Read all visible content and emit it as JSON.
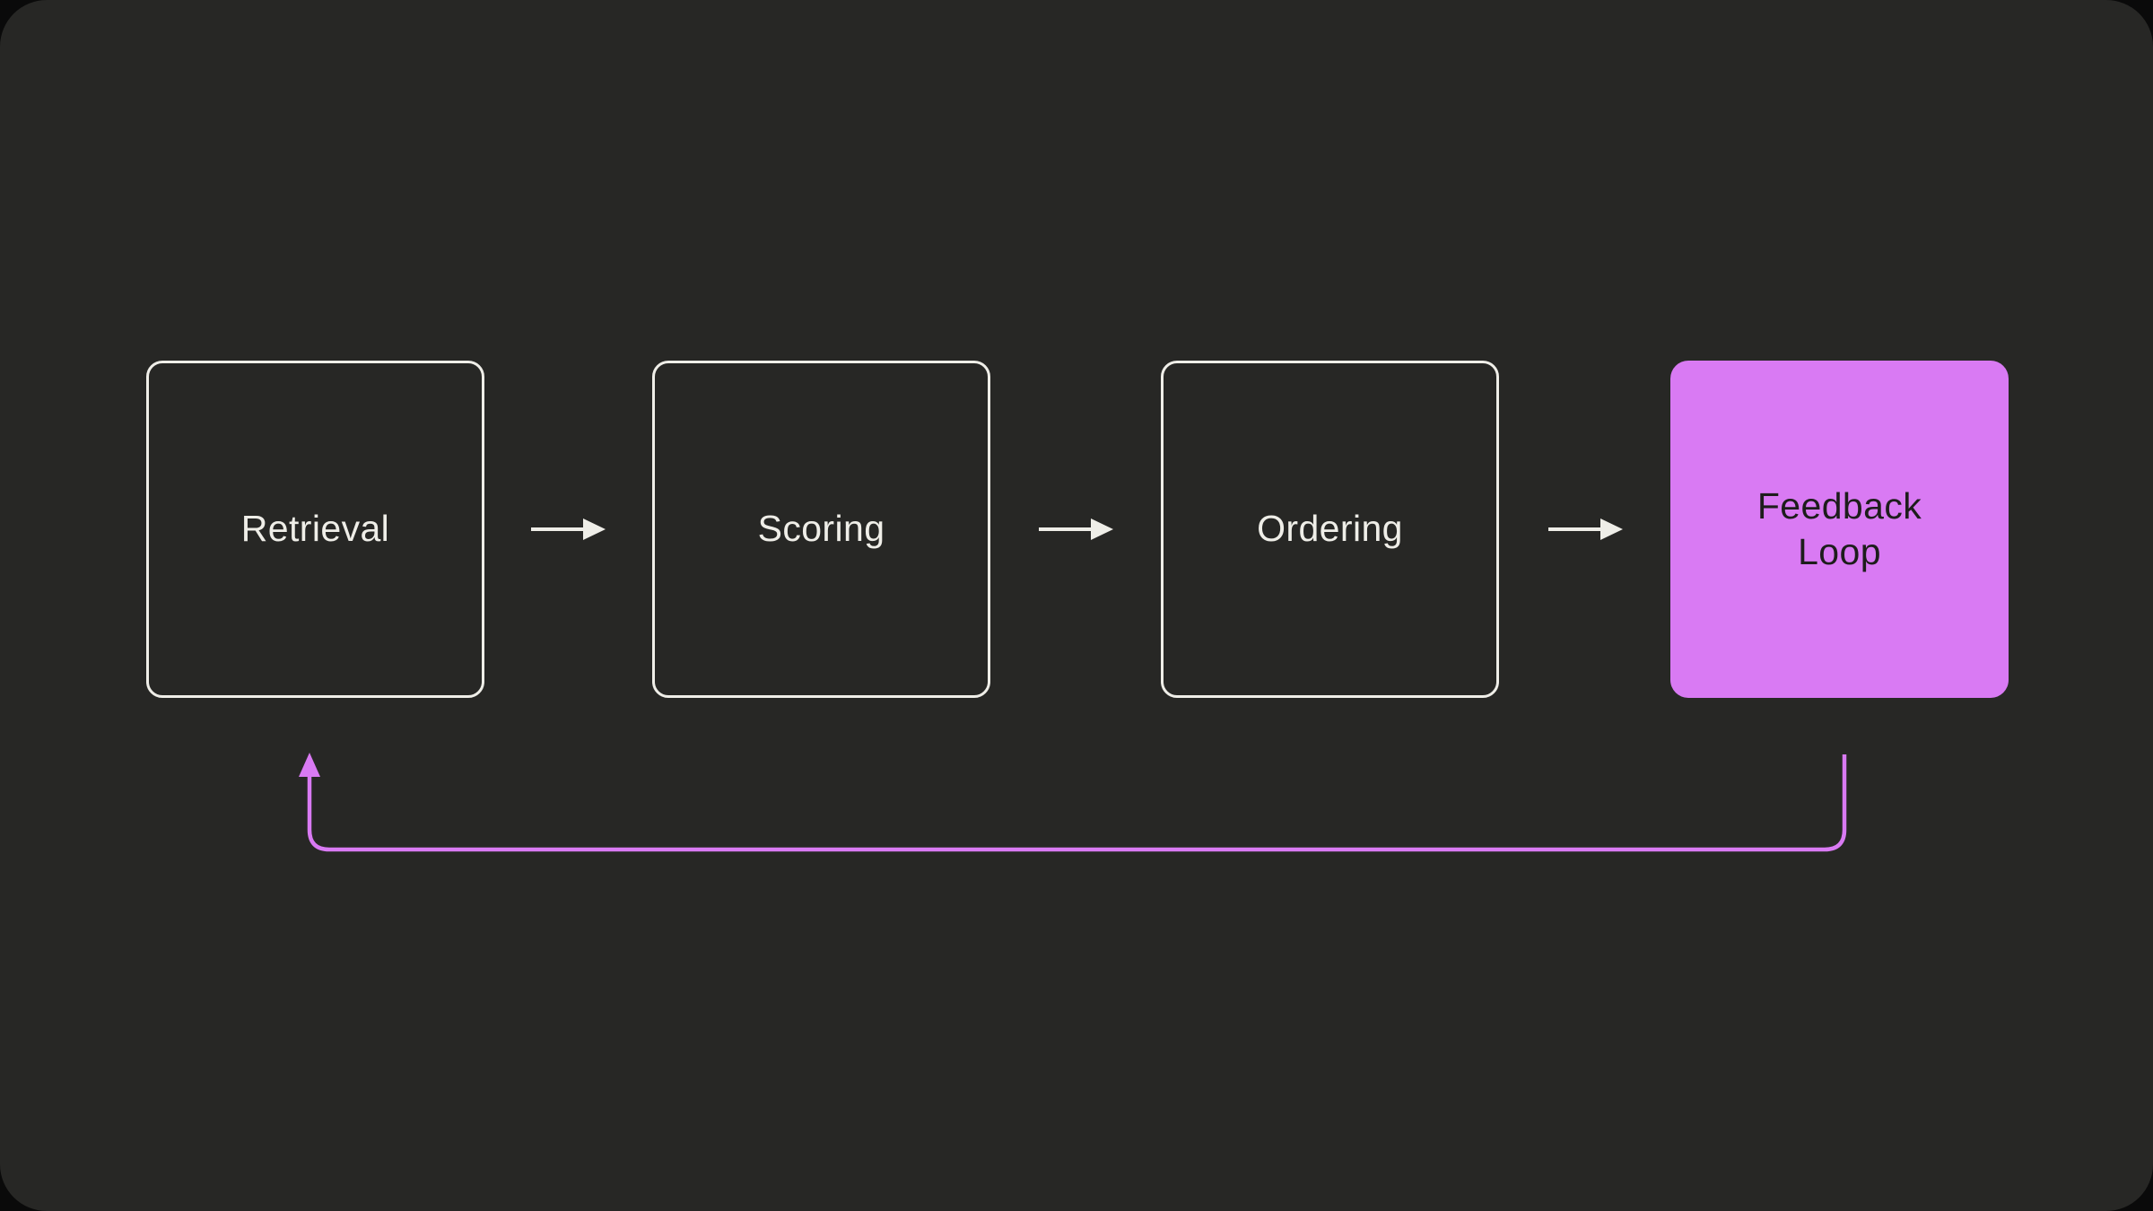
{
  "diagram": {
    "title": "",
    "nodes": [
      {
        "id": "retrieval",
        "label": "Retrieval",
        "style": "outline"
      },
      {
        "id": "scoring",
        "label": "Scoring",
        "style": "outline"
      },
      {
        "id": "ordering",
        "label": "Ordering",
        "style": "outline"
      },
      {
        "id": "feedback",
        "label": "Feedback Loop",
        "style": "filled-accent"
      }
    ],
    "connections": [
      {
        "from": "Retrieval",
        "to": "Scoring",
        "type": "forward-arrow",
        "color": "#efeee8"
      },
      {
        "from": "Scoring",
        "to": "Ordering",
        "type": "forward-arrow",
        "color": "#efeee8"
      },
      {
        "from": "Ordering",
        "to": "Feedback Loop",
        "type": "forward-arrow",
        "color": "#efeee8"
      },
      {
        "from": "Feedback Loop",
        "to": "Retrieval",
        "type": "feedback-loop-arrow",
        "color": "#d97af3"
      }
    ]
  },
  "colors": {
    "panel_background": "#272725",
    "outer_background": "#0a0a0a",
    "box_outline": "#efeee8",
    "text_light": "#efeee8",
    "text_dark": "#1d1d1b",
    "accent_purple": "#d97af3"
  }
}
